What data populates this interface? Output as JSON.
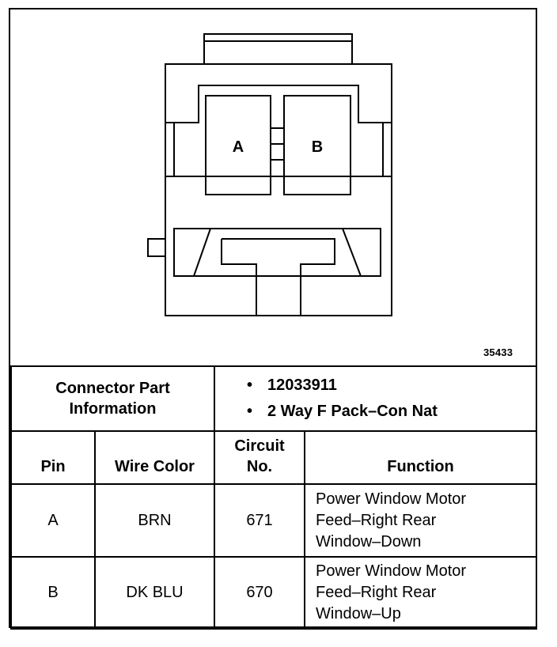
{
  "diagram": {
    "cavity_labels": [
      "A",
      "B"
    ],
    "figure_number": "35433"
  },
  "connector_info": {
    "label": "Connector Part Information",
    "items": [
      "12033911",
      "2 Way F Pack–Con Nat"
    ]
  },
  "table": {
    "headers": {
      "pin": "Pin",
      "wire_color": "Wire Color",
      "circuit_line1": "Circuit",
      "circuit_line2": "No.",
      "function": "Function"
    },
    "rows": [
      {
        "pin": "A",
        "wire_color": "BRN",
        "circuit": "671",
        "function": [
          "Power Window Motor",
          "Feed–Right Rear",
          "Window–Down"
        ]
      },
      {
        "pin": "B",
        "wire_color": "DK BLU",
        "circuit": "670",
        "function": [
          "Power Window Motor",
          "Feed–Right Rear",
          "Window–Up"
        ]
      }
    ]
  }
}
